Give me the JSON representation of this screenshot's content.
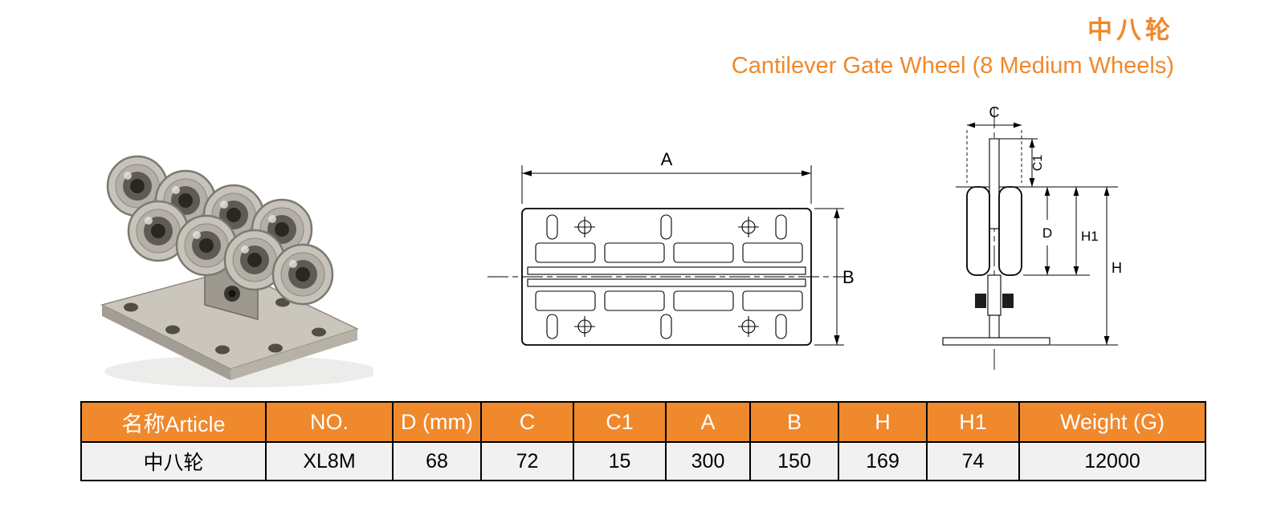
{
  "colors": {
    "accent": "#F0882C",
    "table_header_text": "#FFFFFF",
    "line": "#000000"
  },
  "header": {
    "title_zh": "中八轮",
    "title_en": "Cantilever Gate Wheel (8 Medium Wheels)"
  },
  "drawings": {
    "dim_labels": {
      "a": "A",
      "b": "B",
      "c": "C",
      "c1": "C1",
      "d": "D",
      "h": "H",
      "h1": "H1"
    }
  },
  "table": {
    "headers": [
      "名称Article",
      "NO.",
      "D (mm)",
      "C",
      "C1",
      "A",
      "B",
      "H",
      "H1",
      "Weight (G)"
    ],
    "rows": [
      {
        "article": "中八轮",
        "no": "XL8M",
        "d_mm": "68",
        "c": "72",
        "c1": "15",
        "a": "300",
        "b": "150",
        "h": "169",
        "h1": "74",
        "weight_g": "12000"
      }
    ]
  }
}
